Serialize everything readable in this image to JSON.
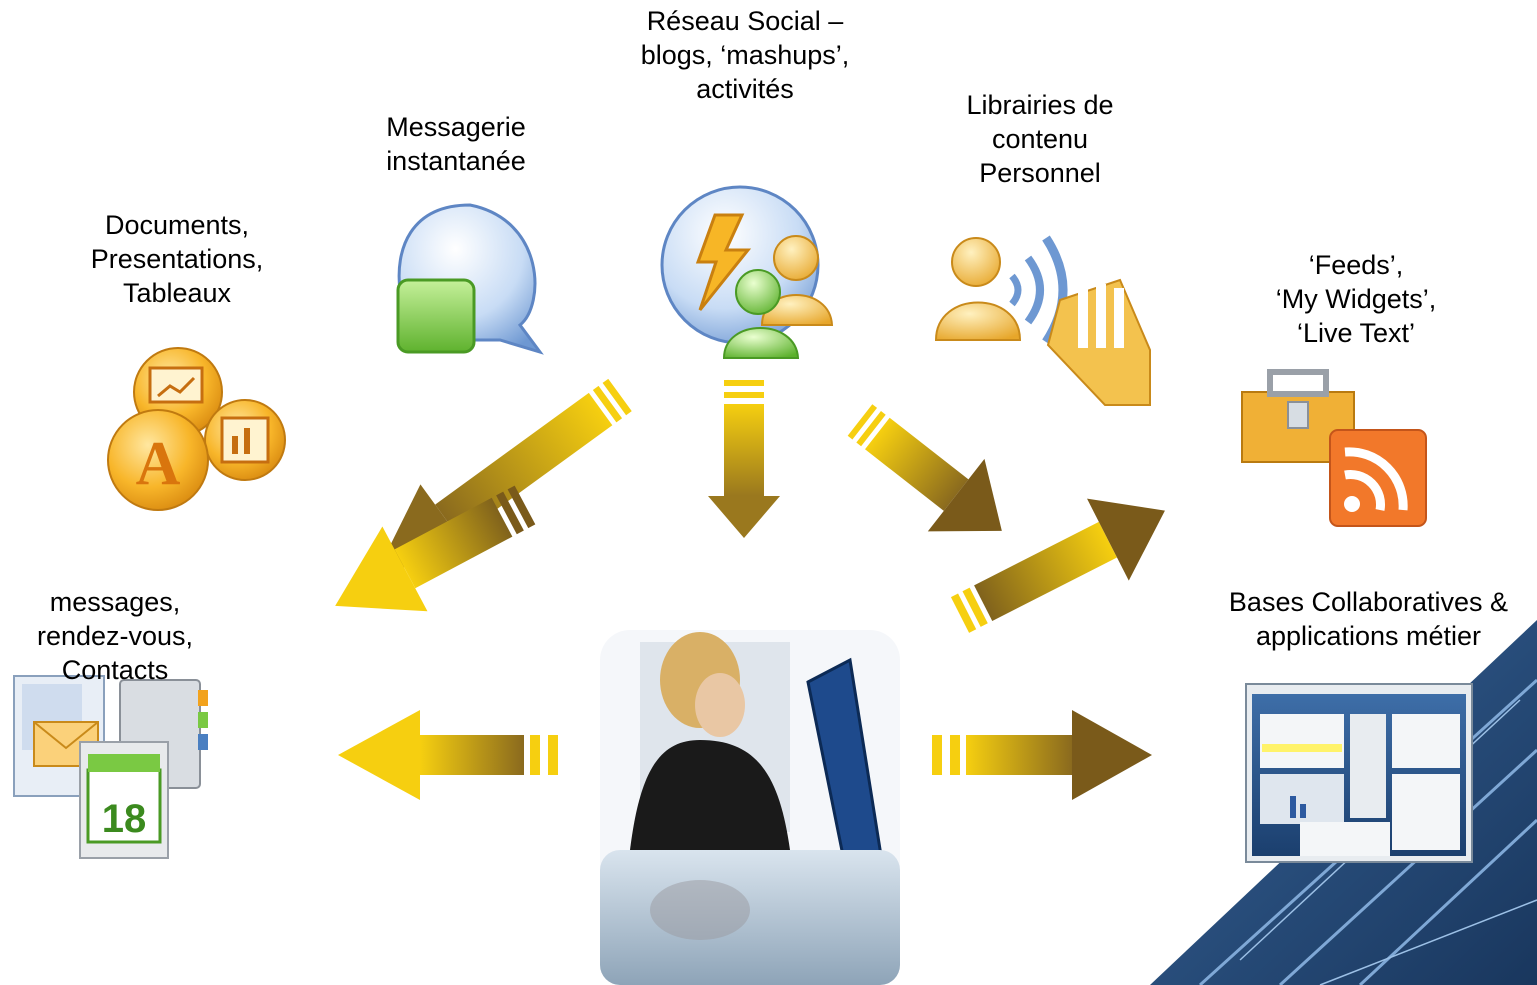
{
  "nodes": {
    "social": {
      "lines": [
        "Réseau Social –",
        "blogs, ‘mashups’,",
        "activités"
      ]
    },
    "im": {
      "lines": [
        "Messagerie",
        "instantanée"
      ]
    },
    "library": {
      "lines": [
        "Librairies de",
        "contenu",
        "Personnel"
      ]
    },
    "docs": {
      "lines": [
        "Documents,",
        "Presentations,",
        "Tableaux"
      ]
    },
    "feeds": {
      "lines": [
        "‘Feeds’,",
        "‘My Widgets’,",
        "‘Live Text’"
      ]
    },
    "mail": {
      "lines": [
        "messages,",
        "rendez-vous,",
        "Contacts"
      ]
    },
    "collab": {
      "lines": [
        "Bases Collaboratives &",
        "applications métier"
      ]
    }
  },
  "calendar_icon": {
    "day": "18"
  },
  "colors": {
    "arrow_light": "#f5cc12",
    "arrow_dark": "#7a5a1a",
    "orange": "#f2a21d",
    "green": "#7ac943",
    "blue": "#4a7fc1"
  }
}
